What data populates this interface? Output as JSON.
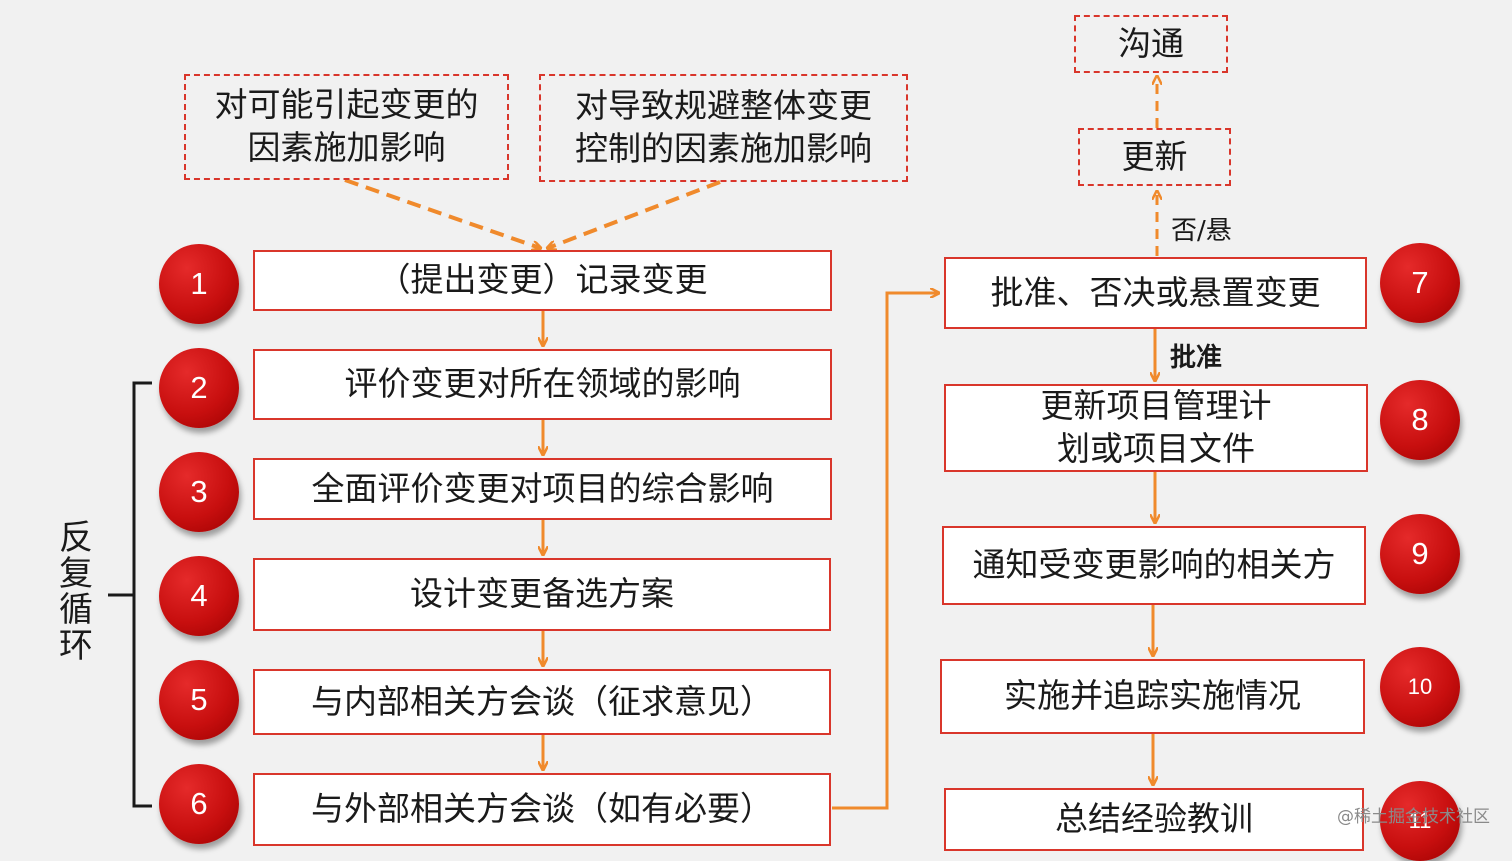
{
  "influence_boxes": [
    "对可能引起变更的\n因素施加影响",
    "对导致规避整体变更\n控制的因素施加影响"
  ],
  "left_steps": [
    {
      "num": "1",
      "text": "（提出变更）记录变更"
    },
    {
      "num": "2",
      "text": "评价变更对所在领域的影响"
    },
    {
      "num": "3",
      "text": "全面评价变更对项目的综合影响"
    },
    {
      "num": "4",
      "text": "设计变更备选方案"
    },
    {
      "num": "5",
      "text": "与内部相关方会谈（征求意见）"
    },
    {
      "num": "6",
      "text": "与外部相关方会谈（如有必要）"
    }
  ],
  "right_steps": [
    {
      "num": "7",
      "text": "批准、否决或悬置变更"
    },
    {
      "num": "8",
      "text": "更新项目管理计\n划或项目文件"
    },
    {
      "num": "9",
      "text": "通知受变更影响的相关方"
    },
    {
      "num": "10",
      "text": "实施并追踪实施情况"
    },
    {
      "num": "11",
      "text": "总结经验教训"
    }
  ],
  "top_boxes": {
    "communicate": "沟通",
    "update": "更新"
  },
  "edge_labels": {
    "reject_suspend": "否/悬",
    "approve": "批准"
  },
  "loop_label": "反复循环",
  "brand": "@稀土掘金技术社区",
  "colors": {
    "accent": "#d9362b",
    "arrow": "#f08a2c",
    "circle": "#c80f0f"
  }
}
